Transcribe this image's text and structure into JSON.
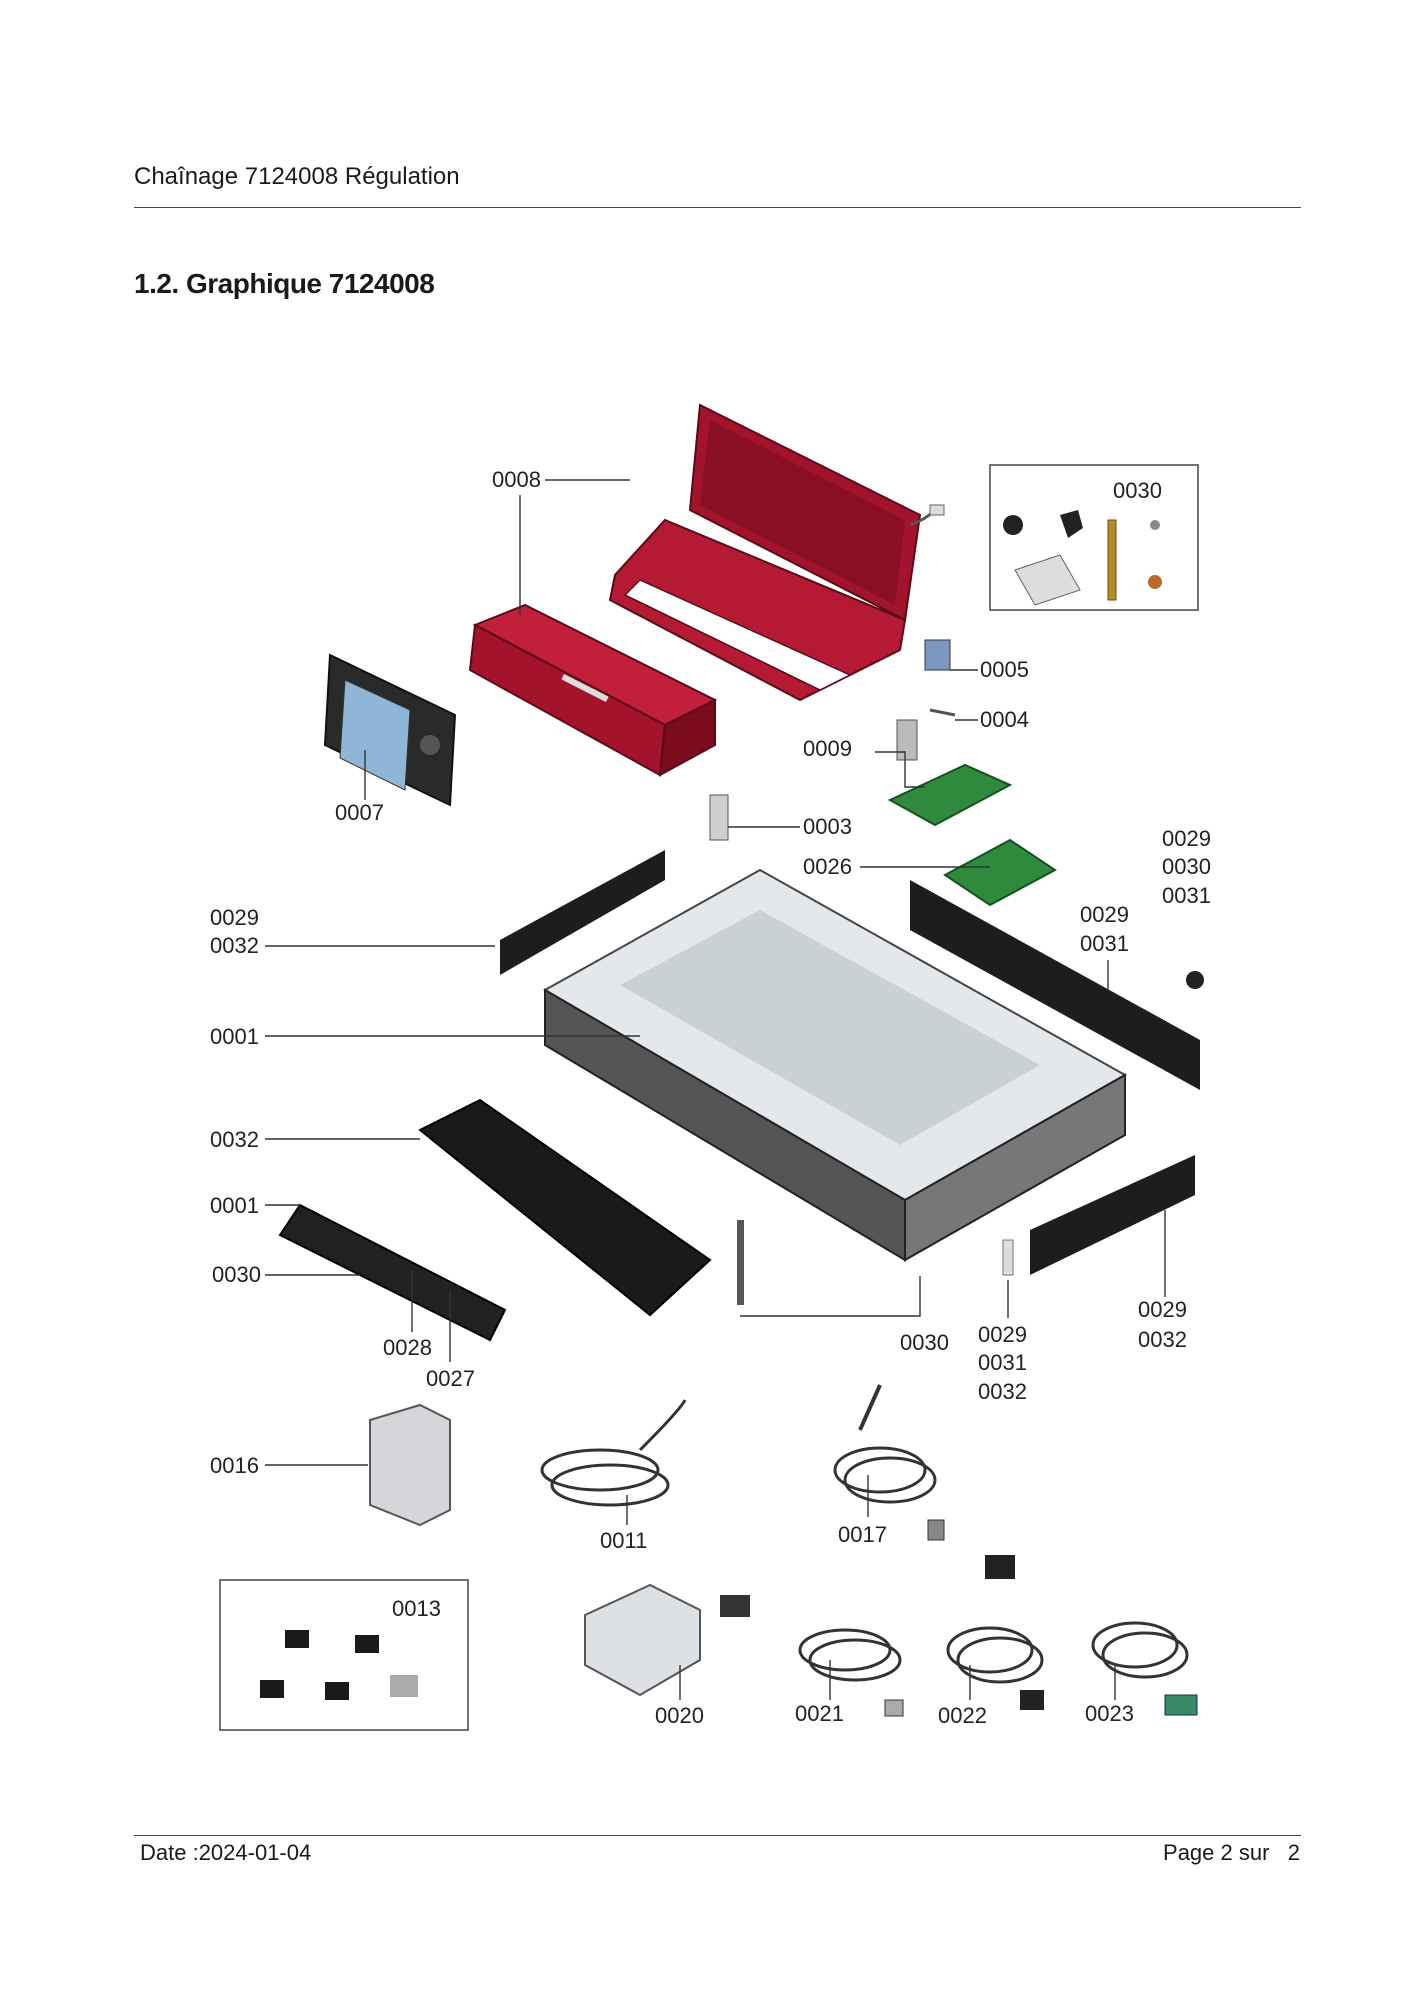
{
  "header": {
    "title": "Chaînage 7124008 Régulation"
  },
  "section": {
    "title": "1.2. Graphique 7124008"
  },
  "footer": {
    "date": "Date :2024-01-04",
    "page": "Page 2 sur   2"
  },
  "diagram": {
    "labels": {
      "p0008": "0008",
      "p0030_box": "0030",
      "p0005": "0005",
      "p0004": "0004",
      "p0009": "0009",
      "p0007": "0007",
      "p0003": "0003",
      "p0026": "0026",
      "p0029_r1": "0029",
      "p0030_r1": "0030",
      "p0031_r1": "0031",
      "p0029_r2": "0029",
      "p0031_r2": "0031",
      "p0029_l1": "0029",
      "p0032_l1": "0032",
      "p0001_a": "0001",
      "p0032_b": "0032",
      "p0001_c": "0001",
      "p0030_c": "0030",
      "p0028": "0028",
      "p0027": "0027",
      "p0030_bottom": "0030",
      "p0029_b": "0029",
      "p0031_b": "0031",
      "p0032_bb": "0032",
      "p0029_rb": "0029",
      "p0032_rb": "0032",
      "p0016": "0016",
      "p0011": "0011",
      "p0017": "0017",
      "p0013": "0013",
      "p0020": "0020",
      "p0021": "0021",
      "p0022": "0022",
      "p0023": "0023"
    }
  }
}
